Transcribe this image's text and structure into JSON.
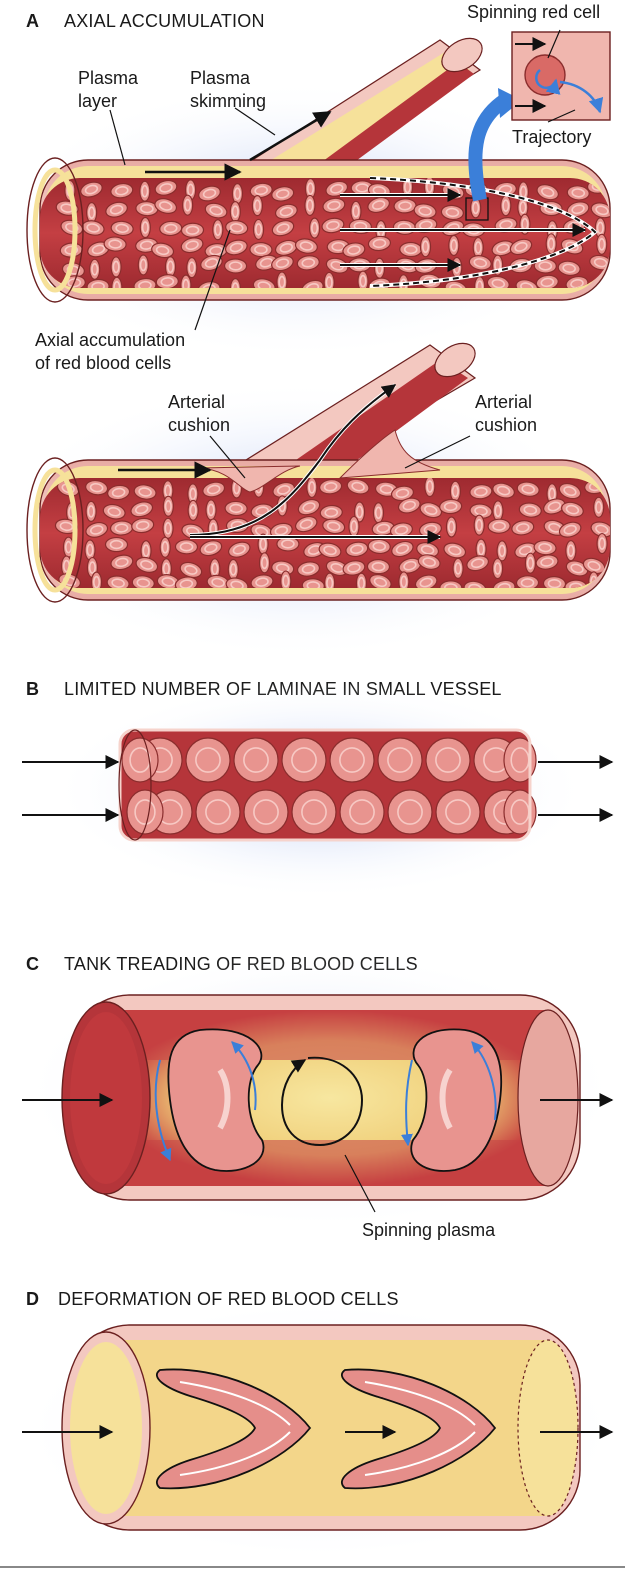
{
  "panels": {
    "a": {
      "letter": "A",
      "title": "AXIAL ACCUMULATION",
      "labels": {
        "plasma_layer_1": "Plasma",
        "plasma_layer_2": "layer",
        "plasma_skimming_1": "Plasma",
        "plasma_skimming_2": "skimming",
        "spinning_red_cell": "Spinning red cell",
        "trajectory": "Trajectory",
        "axial_accumulation_1": "Axial accumulation",
        "axial_accumulation_2": "of red blood cells",
        "arterial_cushion_left_1": "Arterial",
        "arterial_cushion_left_2": "cushion",
        "arterial_cushion_right_1": "Arterial",
        "arterial_cushion_right_2": "cushion"
      }
    },
    "b": {
      "letter": "B",
      "title": "LIMITED NUMBER OF LAMINAE IN SMALL VESSEL"
    },
    "c": {
      "letter": "C",
      "title": "TANK TREADING OF RED BLOOD CELLS",
      "labels": {
        "spinning_plasma": "Spinning plasma"
      }
    },
    "d": {
      "letter": "D",
      "title": "DEFORMATION OF RED BLOOD CELLS"
    }
  },
  "colors": {
    "blood": "#b5353a",
    "plasma": "#f6e19a",
    "vessel_wall": "#f3c8c0",
    "red_cell": "#e8948f",
    "glow": "#b8c8f0",
    "arrow_blue": "#3b7fd9"
  }
}
